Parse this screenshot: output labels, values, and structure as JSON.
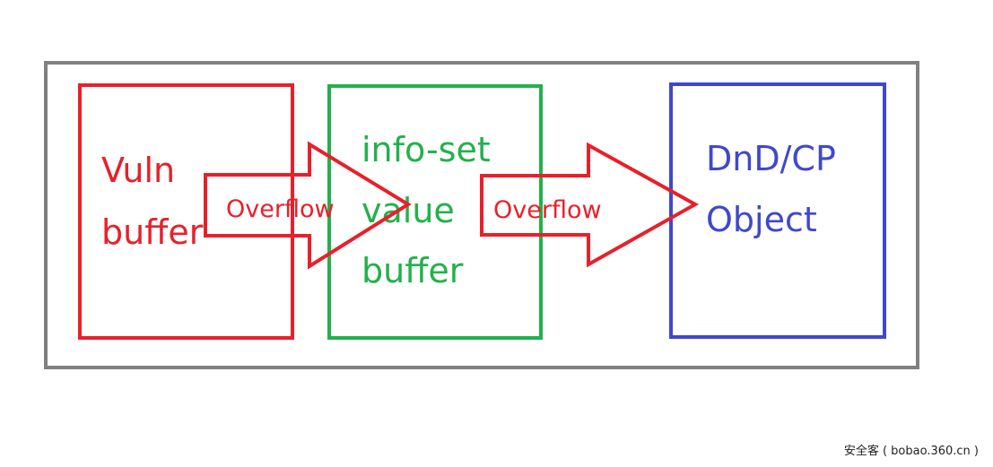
{
  "colors": {
    "outer_border": "#808080",
    "vuln_red": "#e8202a",
    "info_green": "#22b14c",
    "dnd_blue": "#3f48cc"
  },
  "boxes": {
    "vuln": {
      "line1": "Vuln",
      "line2": "buffer"
    },
    "info_set": {
      "line1": "info-set",
      "line2": "value",
      "line3": "buffer"
    },
    "dnd": {
      "line1": "DnD/CP",
      "line2": "Object"
    }
  },
  "arrows": {
    "first_label": "Overflow",
    "second_label": "Overflow"
  },
  "watermark": "安全客 ( bobao.360.cn )"
}
